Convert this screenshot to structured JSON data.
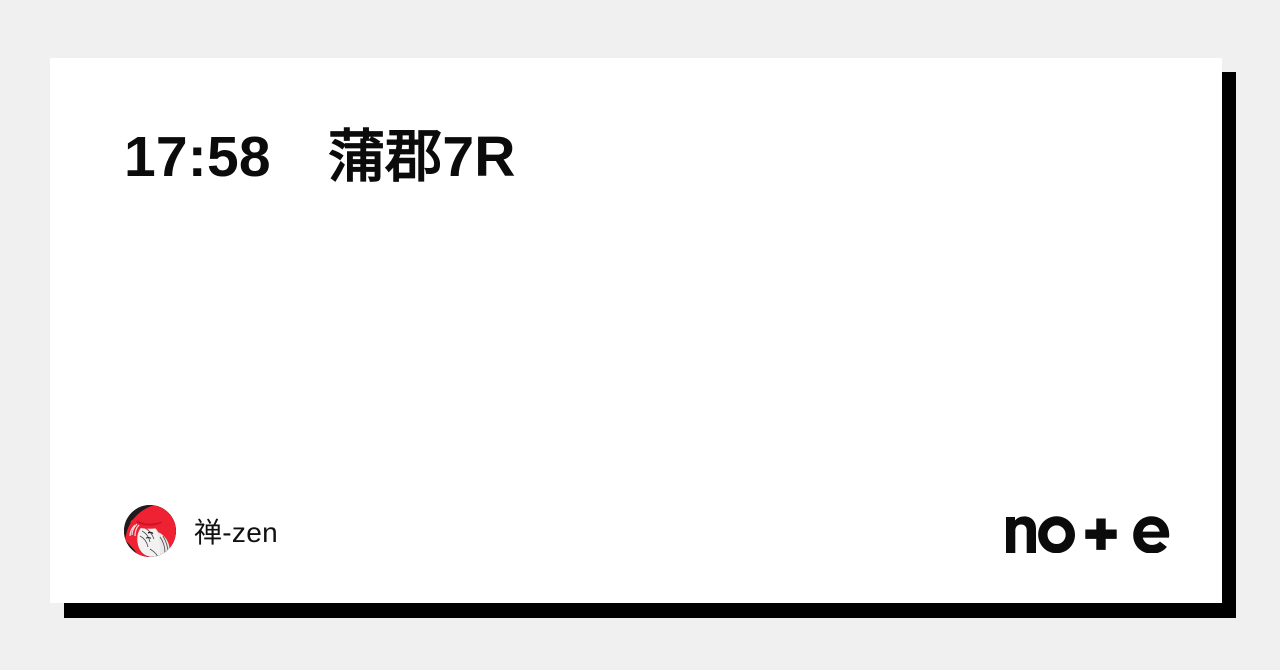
{
  "page": {
    "background_color": "#f0f0f0",
    "card_background": "#ffffff",
    "shadow_color": "#000000",
    "text_color": "#0b0b0b"
  },
  "card": {
    "title": "17:58　蒲郡7R"
  },
  "footer": {
    "author": {
      "name": "禅-zen",
      "avatar_icon": "avatar-red-hat-portrait",
      "avatar_colors": {
        "background": "#161616",
        "hat": "#ee2233",
        "face": "#f2f2f2",
        "lines": "#2a2a2a"
      }
    },
    "brand": {
      "name": "note",
      "logo_icon": "note-wordmark-logo",
      "logo_color": "#0b0b0b"
    }
  }
}
